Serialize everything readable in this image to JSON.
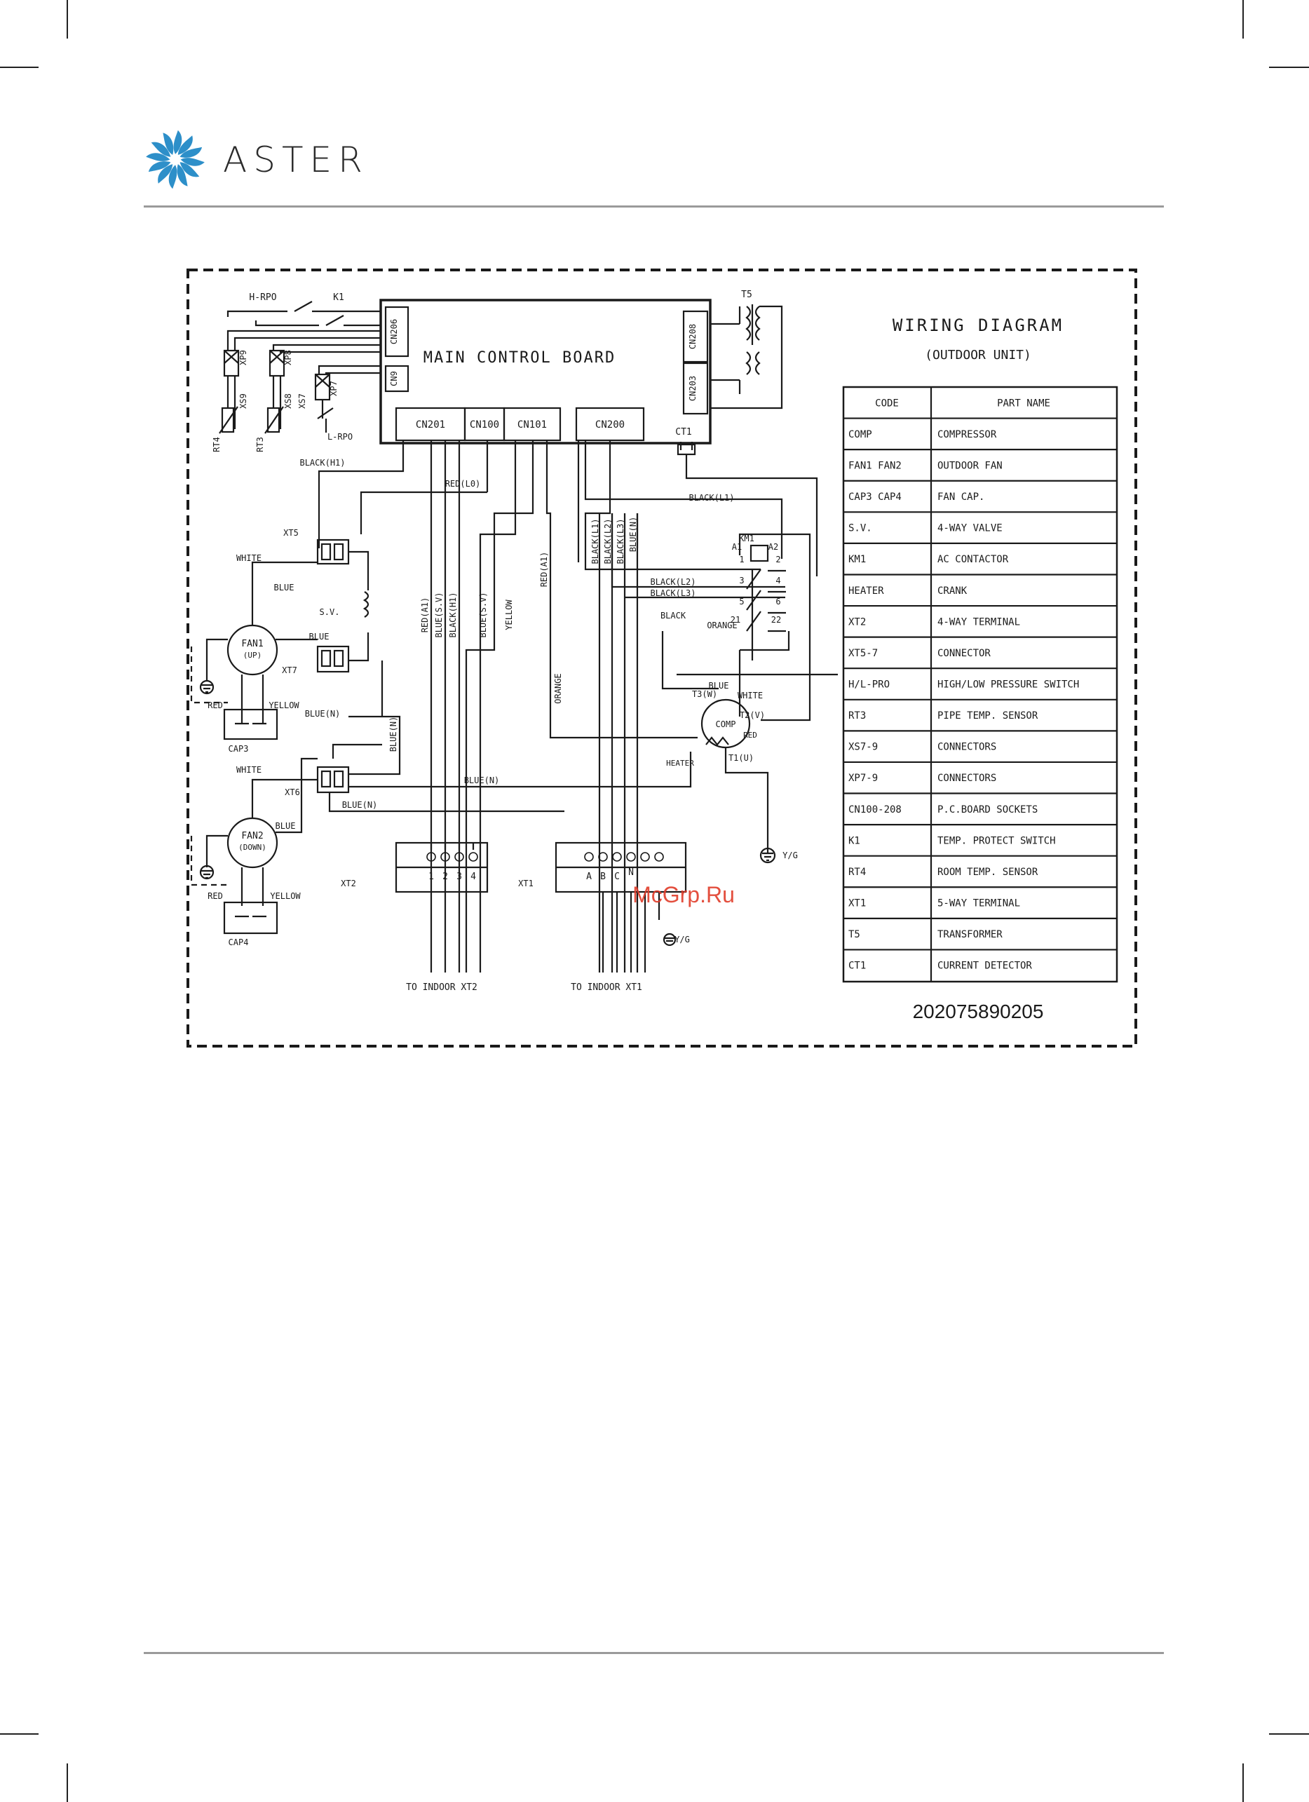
{
  "brand": {
    "name": "ASTER",
    "color": "#2d8fc9"
  },
  "diagram": {
    "title": "WIRING DIAGRAM",
    "subtitle": "(OUTDOOR UNIT)",
    "board": "MAIN CONTROL BOARD",
    "serial": "202075890205",
    "watermark": "McGrp.Ru",
    "sockets": {
      "cn206": "CN206",
      "cn9": "CN9",
      "cn201": "CN201",
      "cn100": "CN100",
      "cn101": "CN101",
      "cn200": "CN200",
      "cn208": "CN208",
      "cn203": "CN203"
    },
    "labels": {
      "hrpo": "H-RPO",
      "k1": "K1",
      "t5": "T5",
      "ct1": "CT1",
      "xp9": "XP9",
      "xp8": "XP8",
      "xp7": "XP7",
      "xs9": "XS9",
      "xs8": "XS8",
      "xs7": "XS7",
      "rt4": "RT4",
      "rt3": "RT3",
      "lrpo": "L-RPO",
      "black_h1": "BLACK(H1)",
      "red_l0": "RED(L0)",
      "black_l1": "BLACK(L1)",
      "xt5": "XT5",
      "xt7": "XT7",
      "xt6": "XT6",
      "xt2": "XT2",
      "xt1": "XT1",
      "km1": "KM1",
      "white1": "WHITE",
      "white2": "WHITE",
      "blue1": "BLUE",
      "blue2": "BLUE",
      "blue3": "BLUE",
      "blue4": "BLUE",
      "sv": "S.V.",
      "red_a1": "RED(A1)",
      "blue_sv_v": "BLUE(S.V)",
      "black_h1_v": "BLACK(H1)",
      "blue_s_v": "BLUE(S.V)",
      "yellow_v": "YELLOW",
      "red_a1b": "RED(A1)",
      "orange_v": "ORANGE",
      "black_l1_v": "BLACK(L1)",
      "black_l2_v": "BLACK(L2)",
      "black_l3_v": "BLACK(L3)",
      "blue_n_v": "BLUE(N)",
      "black_l2": "BLACK(L2)",
      "black_l3": "BLACK(L3)",
      "black": "BLACK",
      "orange": "ORANGE",
      "a1": "A1",
      "a2": "A2",
      "n1": "1",
      "n2": "2",
      "n3": "3",
      "n4": "4",
      "n5": "5",
      "n6": "6",
      "n21": "21",
      "n22": "22",
      "fan1": "FAN1",
      "fan1_sub": "(UP)",
      "fan2": "FAN2",
      "fan2_sub": "(DOWN)",
      "red1": "RED",
      "red2": "RED",
      "yellow1": "YELLOW",
      "yellow2": "YELLOW",
      "cap3": "CAP3",
      "cap4": "CAP4",
      "blue_n1": "BLUE(N)",
      "blue_n2": "BLUE(N)",
      "blue_n3": "BLUE(N)",
      "blue_n4": "BLUE(N)",
      "t3": "T3(W)",
      "white3": "WHITE",
      "comp": "COMP",
      "t2": "T2(V)",
      "red3": "RED",
      "heater": "HEATER",
      "t1": "T1(U)",
      "yg1": "Y/G",
      "yg2": "Y/G",
      "xt2_1": "1",
      "xt2_2": "2",
      "xt2_3": "3",
      "xt2_4": "4",
      "xt1_a": "A",
      "xt1_b": "B",
      "xt1_c": "C",
      "xt1_n": "N",
      "to_xt2": "TO  INDOOR XT2",
      "to_xt1": "TO INDOOR XT1"
    }
  },
  "table": {
    "headers": [
      "CODE",
      "PART NAME"
    ],
    "rows": [
      [
        "COMP",
        "COMPRESSOR"
      ],
      [
        "FAN1 FAN2",
        "OUTDOOR FAN"
      ],
      [
        "CAP3 CAP4",
        "FAN CAP."
      ],
      [
        "S.V.",
        "4-WAY VALVE"
      ],
      [
        "KM1",
        "AC CONTACTOR"
      ],
      [
        "HEATER",
        "CRANK"
      ],
      [
        "XT2",
        "4-WAY TERMINAL"
      ],
      [
        "XT5-7",
        "CONNECTOR"
      ],
      [
        "H/L-PRO",
        "HIGH/LOW PRESSURE SWITCH"
      ],
      [
        "RT3",
        "PIPE TEMP. SENSOR"
      ],
      [
        "XS7-9",
        "CONNECTORS"
      ],
      [
        "XP7-9",
        "CONNECTORS"
      ],
      [
        "CN100-208",
        "P.C.BOARD SOCKETS"
      ],
      [
        "K1",
        "TEMP. PROTECT SWITCH"
      ],
      [
        "RT4",
        "ROOM TEMP. SENSOR"
      ],
      [
        "XT1",
        "5-WAY TERMINAL"
      ],
      [
        "T5",
        "TRANSFORMER"
      ],
      [
        "CT1",
        "CURRENT DETECTOR"
      ]
    ]
  }
}
